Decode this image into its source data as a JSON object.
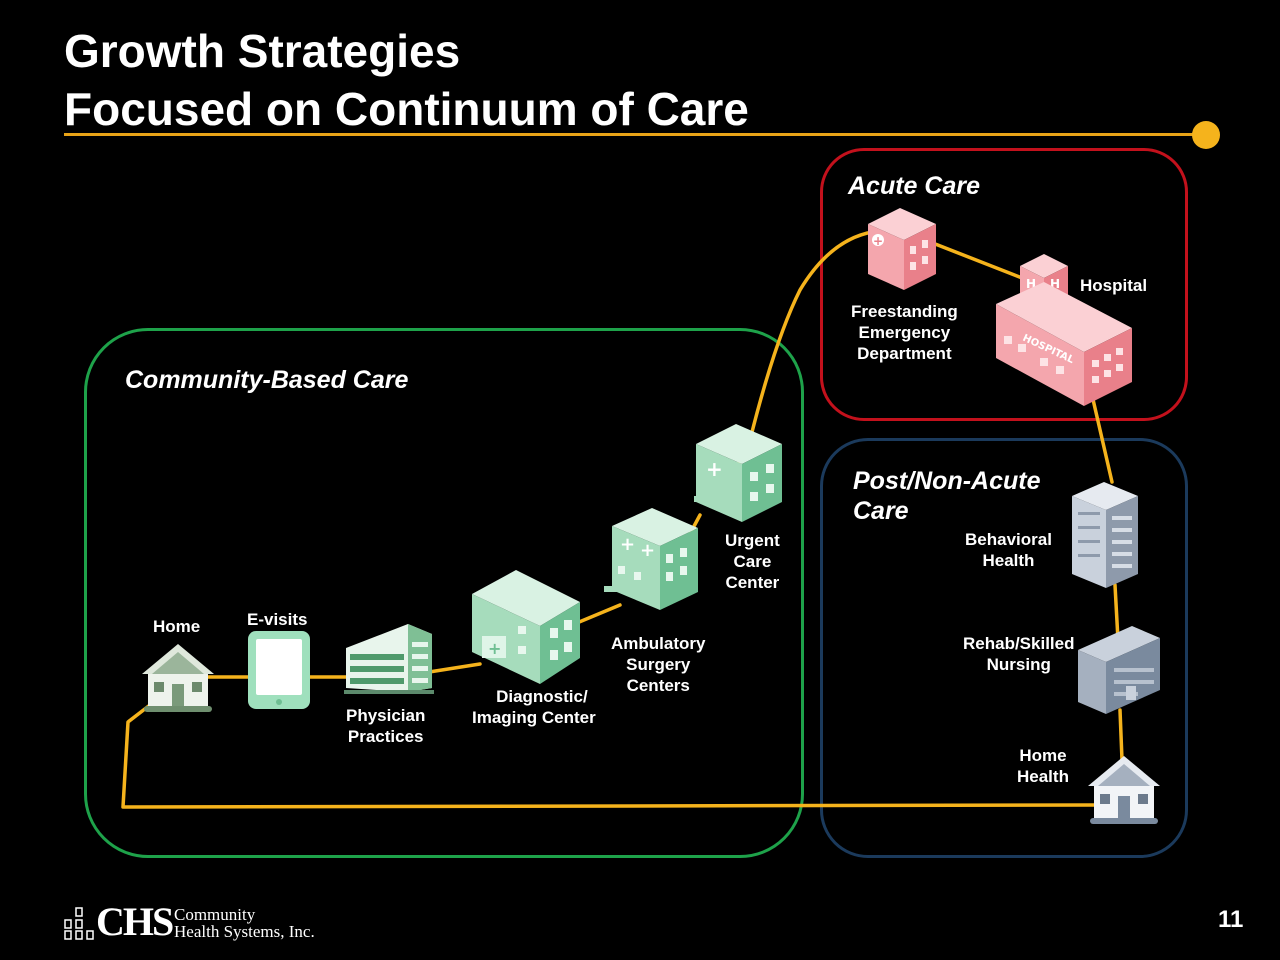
{
  "title": {
    "line1": "Growth Strategies",
    "line2": "Focused on Continuum of Care"
  },
  "colors": {
    "accent": "#f5b31c",
    "acute_border": "#c3111c",
    "community_border": "#1ea24a",
    "post_border": "#1b3a5c",
    "hospital_icon": "#f08a93",
    "community_icon": "#8fd3b0",
    "post_icon": "#7a8a9e"
  },
  "zones": {
    "acute": "Acute Care",
    "community": "Community-Based Care",
    "post_line1": "Post/Non-Acute",
    "post_line2": "Care"
  },
  "nodes": {
    "home": "Home",
    "evisits": "E-visits",
    "physician": [
      "Physician",
      "Practices"
    ],
    "diagnostic": [
      "Diagnostic/",
      "Imaging Center"
    ],
    "ambulatory": [
      "Ambulatory",
      "Surgery",
      "Centers"
    ],
    "urgent": [
      "Urgent",
      "Care",
      "Center"
    ],
    "freestanding": [
      "Freestanding",
      "Emergency",
      "Department"
    ],
    "hospital": "Hospital",
    "behavioral": [
      "Behavioral",
      "Health"
    ],
    "rehab": [
      "Rehab/Skilled",
      "Nursing"
    ],
    "home_health": [
      "Home",
      "Health"
    ]
  },
  "icons": {
    "home": "house-icon",
    "evisits": "tablet-icon",
    "physician": "office-building-icon",
    "diagnostic": "clinic-building-icon",
    "ambulatory": "surgery-center-icon",
    "urgent": "urgent-care-building-icon",
    "freestanding": "emergency-department-icon",
    "hospital": "hospital-icon",
    "behavioral": "tower-building-icon",
    "rehab": "nursing-facility-icon",
    "home_health": "house-icon"
  },
  "footer": {
    "logo_mark": "CHS",
    "logo_line1": "Community",
    "logo_line2": "Health Systems, Inc.",
    "page_number": "11"
  }
}
